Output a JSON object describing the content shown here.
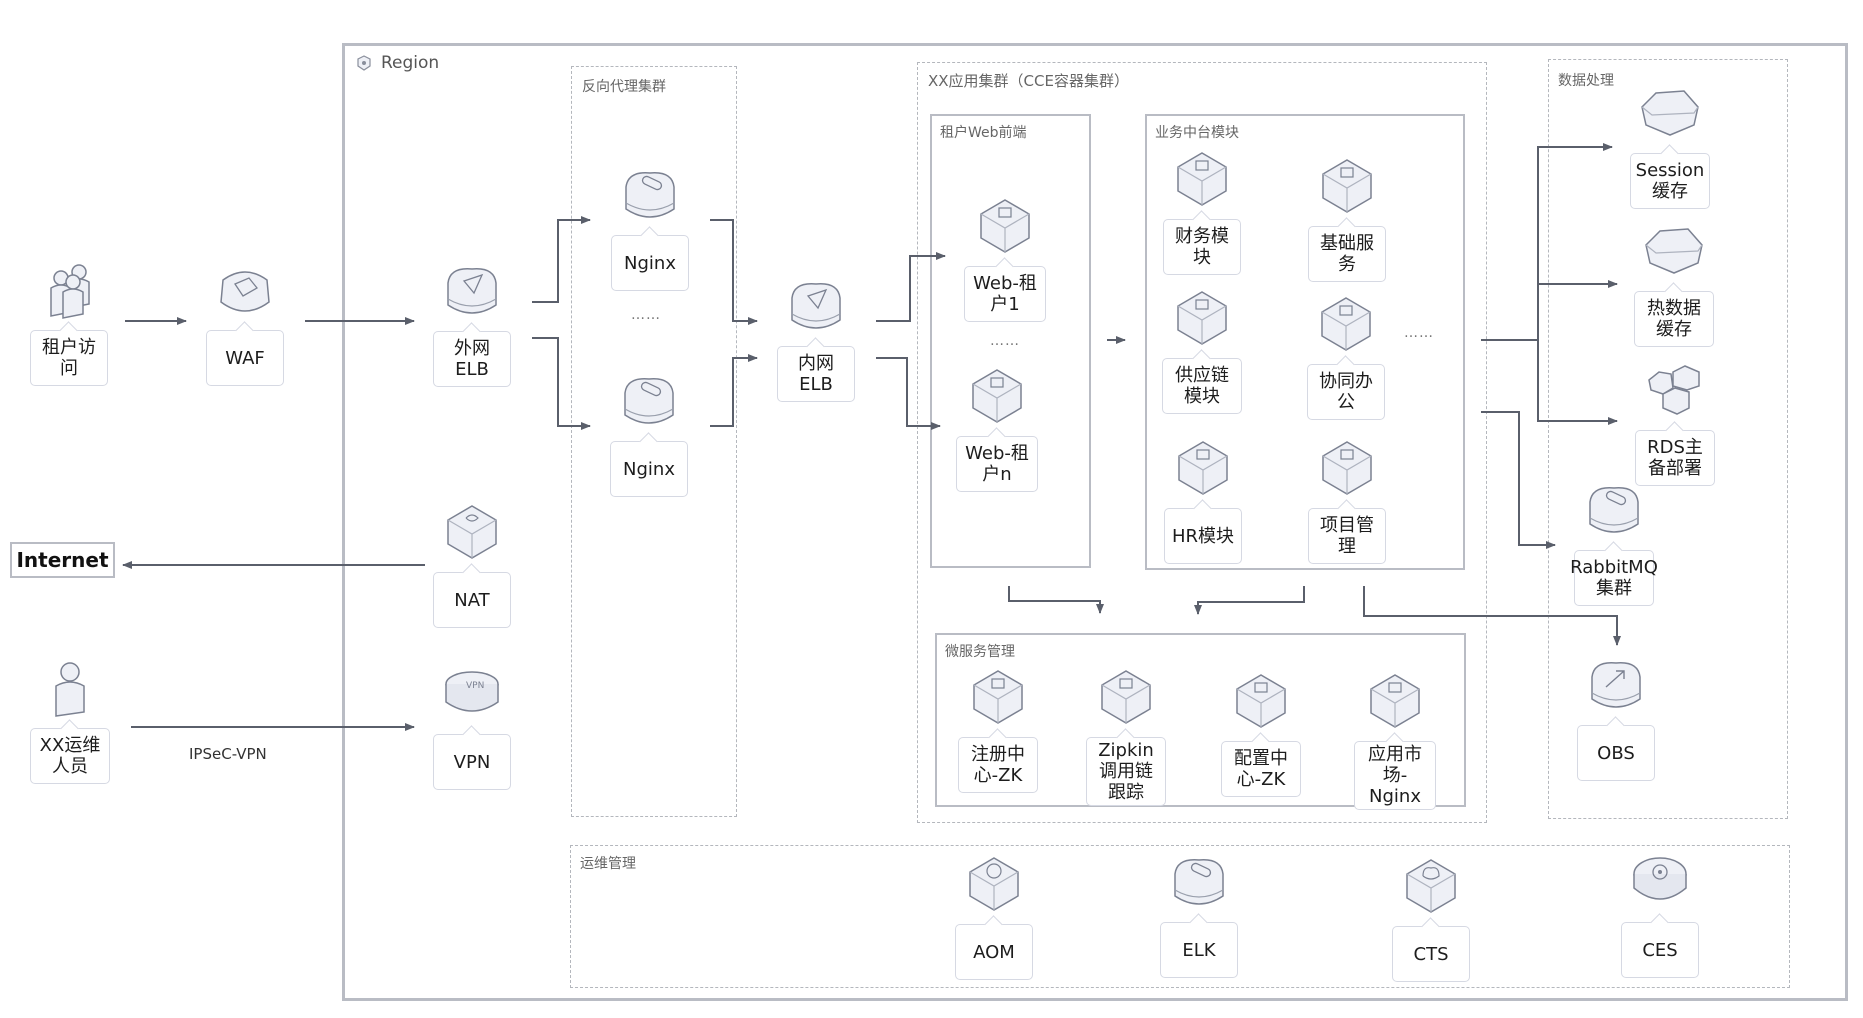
{
  "groups": {
    "region": "Region",
    "reverse_proxy": "反向代理集群",
    "app_cluster": "XX应用集群（CCE容器集群）",
    "tenant_web": "租户Web前端",
    "business_mid": "业务中台模块",
    "microservice": "微服务管理",
    "data_processing": "数据处理",
    "ops": "运维管理"
  },
  "external": {
    "tenant_access": "租户访问",
    "waf": "WAF",
    "internet": "Internet",
    "ops_staff": "XX运维人员",
    "ipsec_label": "IPSeC-VPN"
  },
  "edge": {
    "public_elb": "外网ELB",
    "nat": "NAT",
    "vpn": "VPN"
  },
  "proxy": {
    "nginx1": "Nginx",
    "nginx2": "Nginx",
    "ellipsis": "……"
  },
  "internal_elb": "内网ELB",
  "tenant_web_nodes": {
    "web1": "Web-租户1",
    "webn": "Web-租户n",
    "ellipsis": "……"
  },
  "business_nodes": {
    "finance": "财务模块",
    "base": "基础服务",
    "supply": "供应链模块",
    "collab": "协同办公",
    "hr": "HR模块",
    "project": "项目管理",
    "ellipsis": "……"
  },
  "microservice_nodes": {
    "registry": "注册中心-ZK",
    "zipkin": "Zipkin调用链跟踪",
    "config": "配置中心-ZK",
    "market": "应用市场-Nginx"
  },
  "data_nodes": {
    "session": "Session缓存",
    "hot": "热数据缓存",
    "rds": "RDS主备部署",
    "rabbitmq": "RabbitMQ集群",
    "obs": "OBS"
  },
  "ops_nodes": {
    "aom": "AOM",
    "elk": "ELK",
    "cts": "CTS",
    "ces": "CES"
  },
  "colors": {
    "line": "#5a5f6b",
    "box_border": "#b9bcc4",
    "label_border": "#d6d9e3",
    "icon_fill": "#eef0f6",
    "icon_stroke": "#7b8191"
  }
}
